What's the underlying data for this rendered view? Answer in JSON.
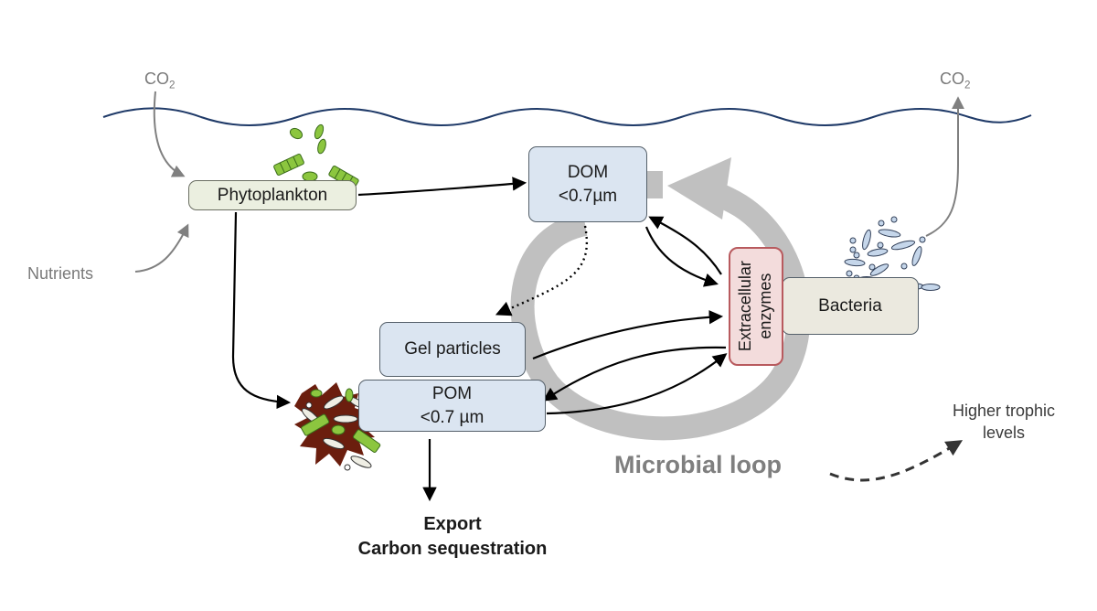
{
  "title": "Microbial loop and carbon flow in the ocean",
  "labels": {
    "co2_left": "CO",
    "co2_left_sub": "2",
    "co2_right": "CO",
    "co2_right_sub": "2",
    "nutrients": "Nutrients",
    "microbial_loop": "Microbial loop",
    "export_line1": "Export",
    "export_line2": "Carbon sequestration",
    "higher_trophic_line1": "Higher trophic",
    "higher_trophic_line2": "levels"
  },
  "nodes": {
    "phytoplankton": {
      "label": "Phytoplankton",
      "fill": "#ebefe0"
    },
    "dom": {
      "line1": "DOM",
      "line2": "<0.7µm",
      "fill": "#dbe5f1"
    },
    "gel_particles": {
      "label": "Gel particles",
      "fill": "#dbe5f1"
    },
    "pom": {
      "line1": "POM",
      "line2": "<0.7 µm",
      "fill": "#dbe5f1"
    },
    "extracellular_enzymes": {
      "line1": "Extracellular",
      "line2": "enzymes",
      "fill": "#f3dcdc",
      "border": "#b85a5e"
    },
    "bacteria": {
      "label": "Bacteria",
      "fill": "#ebe9df"
    }
  },
  "edges": [
    {
      "from": "CO2 (atmosphere)",
      "to": "Phytoplankton",
      "style": "grey"
    },
    {
      "from": "Nutrients",
      "to": "Phytoplankton",
      "style": "grey"
    },
    {
      "from": "Phytoplankton",
      "to": "DOM",
      "style": "solid"
    },
    {
      "from": "Phytoplankton",
      "to": "POM aggregate",
      "style": "solid"
    },
    {
      "from": "DOM",
      "to": "Gel particles",
      "style": "dotted"
    },
    {
      "from": "DOM",
      "to": "Extracellular enzymes",
      "style": "solid"
    },
    {
      "from": "Extracellular enzymes",
      "to": "DOM",
      "style": "solid"
    },
    {
      "from": "Gel particles",
      "to": "Extracellular enzymes",
      "style": "solid"
    },
    {
      "from": "Extracellular enzymes",
      "to": "POM",
      "style": "solid"
    },
    {
      "from": "POM",
      "to": "Extracellular enzymes",
      "style": "solid"
    },
    {
      "from": "POM",
      "to": "Export / Carbon sequestration",
      "style": "solid"
    },
    {
      "from": "Bacteria",
      "to": "CO2 (atmosphere)",
      "style": "grey"
    },
    {
      "from": "Microbial loop",
      "to": "Higher trophic levels",
      "style": "dashed"
    }
  ],
  "colors": {
    "water_line": "#1f3a68",
    "loop_arrow": "#c0c0c0",
    "grey_arrow": "#808080",
    "phyto_green": "#8cc63f",
    "aggregate_brown": "#6b1e0e",
    "bacteria_blue": "#c5d6ea"
  }
}
